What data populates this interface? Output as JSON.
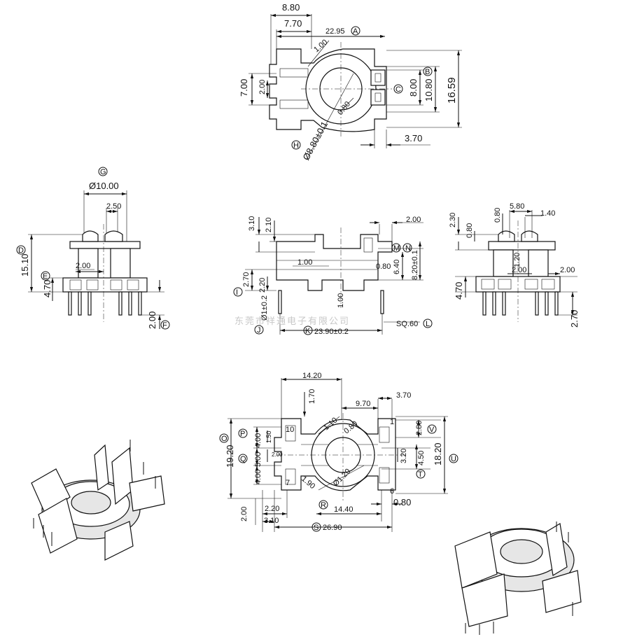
{
  "watermark": "东莞市祥通电子有限公司",
  "top_view": {
    "dims": {
      "w880": "8.80",
      "w770": "7.70",
      "a2295": "22.95",
      "r100": "1.00",
      "v700": "7.00",
      "v200": "2.00",
      "v800": "8.00",
      "v1080": "10.80",
      "v1659": "16.59",
      "d080": "0.80",
      "dia": "Ø8.80±0.1",
      "w370": "3.70"
    },
    "labels": {
      "a": "A",
      "b": "B",
      "c": "C",
      "h": "H"
    }
  },
  "front_view": {
    "dims": {
      "dia10": "Ø10.00",
      "w250": "2.50",
      "v1510": "15.10",
      "w200": "2.00",
      "v470": "4.70",
      "v200b": "2.00"
    },
    "labels": {
      "g": "G",
      "d": "D",
      "e": "E",
      "f": "F"
    }
  },
  "side_view": {
    "dims": {
      "v310": "3.10",
      "v210": "2.10",
      "w200": "2.00",
      "w100": "1.00",
      "w080": "0.80",
      "v640": "6.40",
      "v820": "8.20±0.1",
      "v270": "2.70",
      "v220": "2.20",
      "w100b": "1.00",
      "v010": "Ø1±0.2",
      "w2390": "23.90±0.2",
      "sq": "SQ.60"
    },
    "labels": {
      "i": "I",
      "j": "J",
      "k": "K",
      "l": "L",
      "m": "M",
      "n": "N"
    }
  },
  "right_view": {
    "dims": {
      "v230": "2.30",
      "v080": "0.80",
      "v080b": "0.80",
      "w580": "5.80",
      "w140": "1.40",
      "v120": "1.20",
      "w200": "2.00",
      "w200b": "2.00",
      "v470": "4.70",
      "v270": "2.70"
    }
  },
  "bottom_view": {
    "dims": {
      "w1420": "14.20",
      "v170": "1.70",
      "w970": "9.70",
      "w370": "3.70",
      "r110": "1.10",
      "r080": "0.80",
      "v400": "4.00",
      "v150": "1.50",
      "v200": "2.00",
      "v500": "5.00",
      "v400b": "4.00",
      "v1920": "19.20",
      "v280": "2.80",
      "v320": "3.20",
      "v450": "4.50",
      "v1820": "18.20",
      "r190": "1.90",
      "dia120": "Ø1.20",
      "w220": "2.20",
      "w1440": "14.40",
      "w080": "0.80",
      "v200b": "2.00",
      "w310": "3.10",
      "w2690": "26.90"
    },
    "pins": {
      "p10": "10",
      "p7": "7",
      "p1": "1",
      "p6": "6"
    },
    "labels": {
      "o": "O",
      "p": "P",
      "q": "Q",
      "r": "R",
      "s": "S",
      "t": "T",
      "u": "U",
      "v": "V"
    }
  }
}
